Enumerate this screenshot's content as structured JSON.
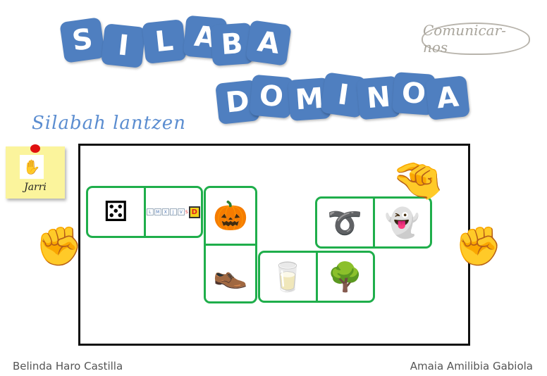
{
  "title": {
    "line1": [
      "S",
      "I",
      "L",
      "A",
      "B",
      "A"
    ],
    "line2": [
      "D",
      "O",
      "M",
      "I",
      "N",
      "O",
      "A"
    ]
  },
  "subtitle": "Silabah lantzen",
  "logo": "Comunicar-nos",
  "note": {
    "label": "Jarri",
    "icon": "place-pictogram-icon"
  },
  "dominoes": [
    {
      "left": "dice-five-icon",
      "right": "weekdays-icon",
      "week": [
        "L",
        "M",
        "X",
        "J",
        "V",
        "S",
        "D"
      ]
    },
    {
      "left": "pumpkin-icon",
      "right": "shoe-icon"
    },
    {
      "left": "glass-on-coaster-icon",
      "right": "tree-icon"
    },
    {
      "left": "rubber-band-icon",
      "right": "ghost-icon"
    }
  ],
  "footer": {
    "left": "Belinda Haro Castilla",
    "right": "Amaia Amilibia Gabiola"
  }
}
